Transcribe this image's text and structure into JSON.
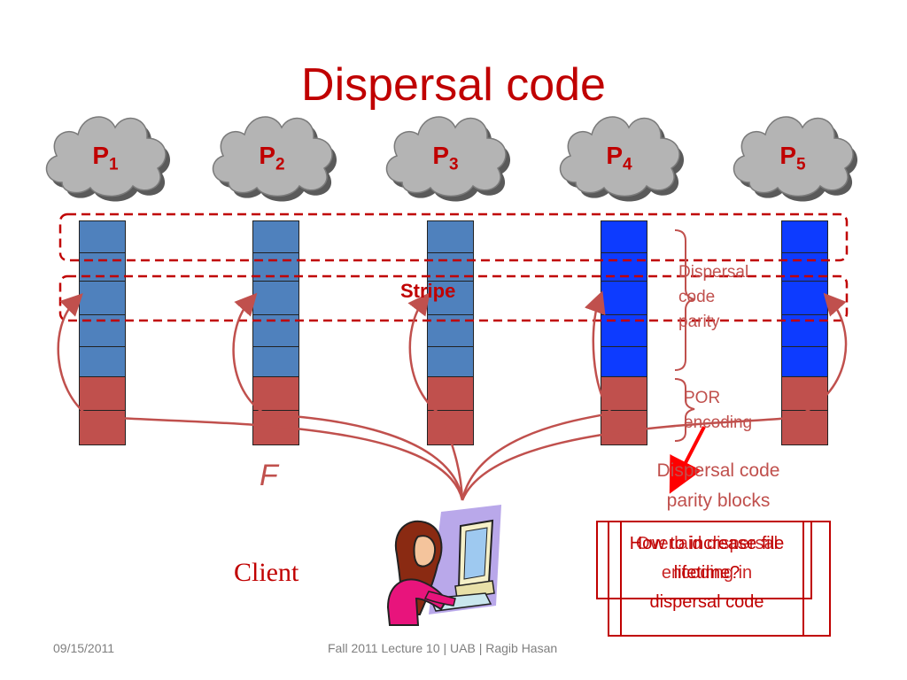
{
  "slide": {
    "title": "Dispersal code",
    "servers": [
      {
        "base": "P",
        "sub": "1"
      },
      {
        "base": "P",
        "sub": "2"
      },
      {
        "base": "P",
        "sub": "3"
      },
      {
        "base": "P",
        "sub": "4"
      },
      {
        "base": "P",
        "sub": "5"
      }
    ],
    "stripe_label": "Stripe",
    "brace_labels": {
      "dispersal_parity": [
        "Dispersal",
        "code",
        "parity"
      ],
      "por_encoding": [
        "POR",
        "encoding"
      ]
    },
    "parity_blocks_label": [
      "Dispersal code",
      "parity blocks"
    ],
    "file_label": "F",
    "client_label": "Client",
    "popup_lines": [
      "How to increase file",
      "lifetime?",
      "Overlaid dispersal",
      "encoding in",
      "dispersal code"
    ],
    "footer": {
      "date": "09/15/2011",
      "center": "Fall 2011 Lecture 10 | UAB | Ragib Hasan"
    },
    "colors": {
      "title": "#c00000",
      "data_block": "#4f81bd",
      "parity_block": "#0d3bff",
      "por_block": "#c0504d",
      "cloud": "#b4b4b4",
      "dashed": "#c00000"
    }
  }
}
